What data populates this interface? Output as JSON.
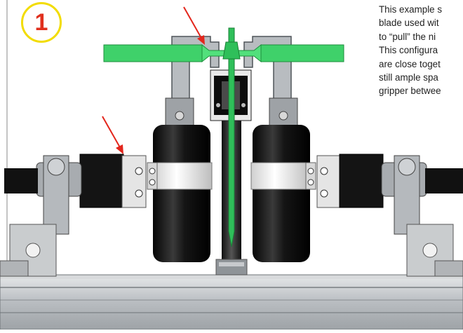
{
  "step": {
    "number": "1"
  },
  "caption": {
    "lines": [
      "This example s",
      "blade used wit",
      "to “pull” the ni",
      "This configura",
      "are close toget",
      "still ample spa",
      "gripper betwee"
    ]
  },
  "colors": {
    "badge_ring": "#f2dc00",
    "badge_number": "#e0301e",
    "arrow": "#e3261c",
    "blade": "#34c759",
    "rail": "#bfc3c6"
  }
}
